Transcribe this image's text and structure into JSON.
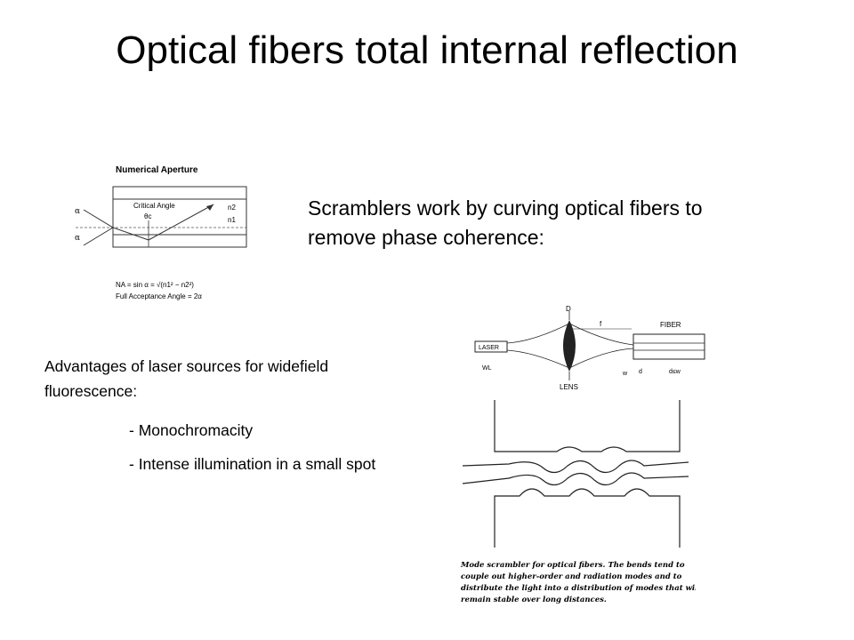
{
  "slide": {
    "title": "Optical fibers total internal reflection",
    "scrambler_text": "Scramblers work by curving optical fibers to remove phase coherence:",
    "advantages_heading": "Advantages of laser sources for widefield fluorescence:",
    "advantages": [
      "- Monochromacity",
      " - Intense illumination in a small spot"
    ]
  },
  "na_figure": {
    "heading": "Numerical Aperture",
    "critical_angle_label": "Critical Angle",
    "theta_label": "θc",
    "alpha_label": "α",
    "n2_label": "n2",
    "n1_label": "n1",
    "formula": "NA = sin α = √(n1² − n2²)",
    "acceptance": "Full Acceptance Angle = 2α"
  },
  "coupling_figure": {
    "laser_label": "LASER",
    "d_label": "D",
    "f_label": "f",
    "fiber_label": "FIBER",
    "wl_label": "WL",
    "lens_label": "LENS",
    "w_label": "w",
    "d_small_label": "d",
    "d_le_w_label": "d≤w"
  },
  "scrambler_figure": {
    "caption_lines": [
      "Mode scrambler for optical fibers. The bends tend to",
      "couple out higher-order and radiation modes and to",
      "distribute the light into a distribution of modes that will",
      "remain stable over long distances."
    ]
  }
}
